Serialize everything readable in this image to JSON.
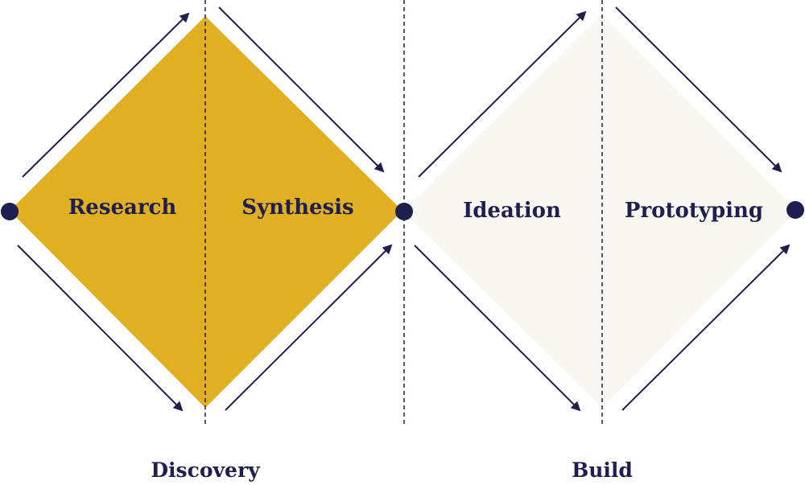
{
  "colors": {
    "discovery_fill": "#E0AF22",
    "build_fill": "#F9F7F2",
    "ink": "#1F1F4F",
    "background": "#FFFFFF"
  },
  "phases": [
    {
      "label": "Research"
    },
    {
      "label": "Synthesis"
    },
    {
      "label": "Ideation"
    },
    {
      "label": "Prototyping"
    }
  ],
  "sections": [
    {
      "label": "Discovery"
    },
    {
      "label": "Build"
    }
  ]
}
